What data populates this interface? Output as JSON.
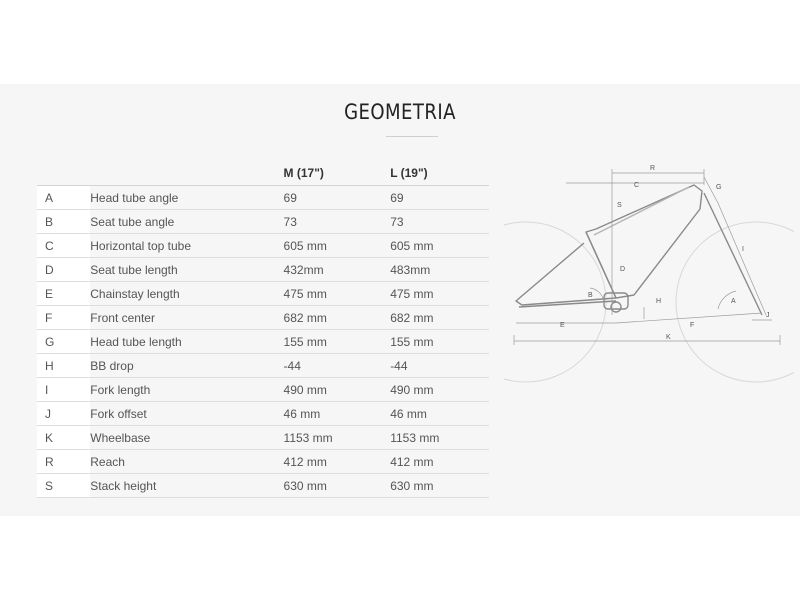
{
  "page": {
    "title": "GEOMETRIA"
  },
  "table": {
    "headers": [
      "",
      "",
      "M (17\")",
      "L (19\")"
    ],
    "rows": [
      {
        "code": "A",
        "label": "Head tube angle",
        "m": "69",
        "l": "69"
      },
      {
        "code": "B",
        "label": "Seat tube angle",
        "m": "73",
        "l": "73"
      },
      {
        "code": "C",
        "label": "Horizontal top tube",
        "m": "605 mm",
        "l": "605 mm"
      },
      {
        "code": "D",
        "label": "Seat tube length",
        "m": "432mm",
        "l": "483mm"
      },
      {
        "code": "E",
        "label": "Chainstay length",
        "m": "475 mm",
        "l": "475 mm"
      },
      {
        "code": "F",
        "label": "Front center",
        "m": "682 mm",
        "l": "682 mm"
      },
      {
        "code": "G",
        "label": "Head tube length",
        "m": "155 mm",
        "l": "155 mm"
      },
      {
        "code": "H",
        "label": "BB drop",
        "m": "-44",
        "l": "-44"
      },
      {
        "code": "I",
        "label": "Fork length",
        "m": "490 mm",
        "l": "490 mm"
      },
      {
        "code": "J",
        "label": "Fork offset",
        "m": "46 mm",
        "l": "46 mm"
      },
      {
        "code": "K",
        "label": "Wheelbase",
        "m": "1153 mm",
        "l": "1153 mm"
      },
      {
        "code": "R",
        "label": "Reach",
        "m": "412 mm",
        "l": "412 mm"
      },
      {
        "code": "S",
        "label": "Stack height",
        "m": "630 mm",
        "l": "630 mm"
      }
    ]
  },
  "diagram": {
    "labels": {
      "R": "R",
      "C": "C",
      "G": "G",
      "S": "S",
      "I": "I",
      "D": "D",
      "B": "B",
      "H": "H",
      "A": "A",
      "E": "E",
      "F": "F",
      "J": "J",
      "K": "K"
    }
  }
}
